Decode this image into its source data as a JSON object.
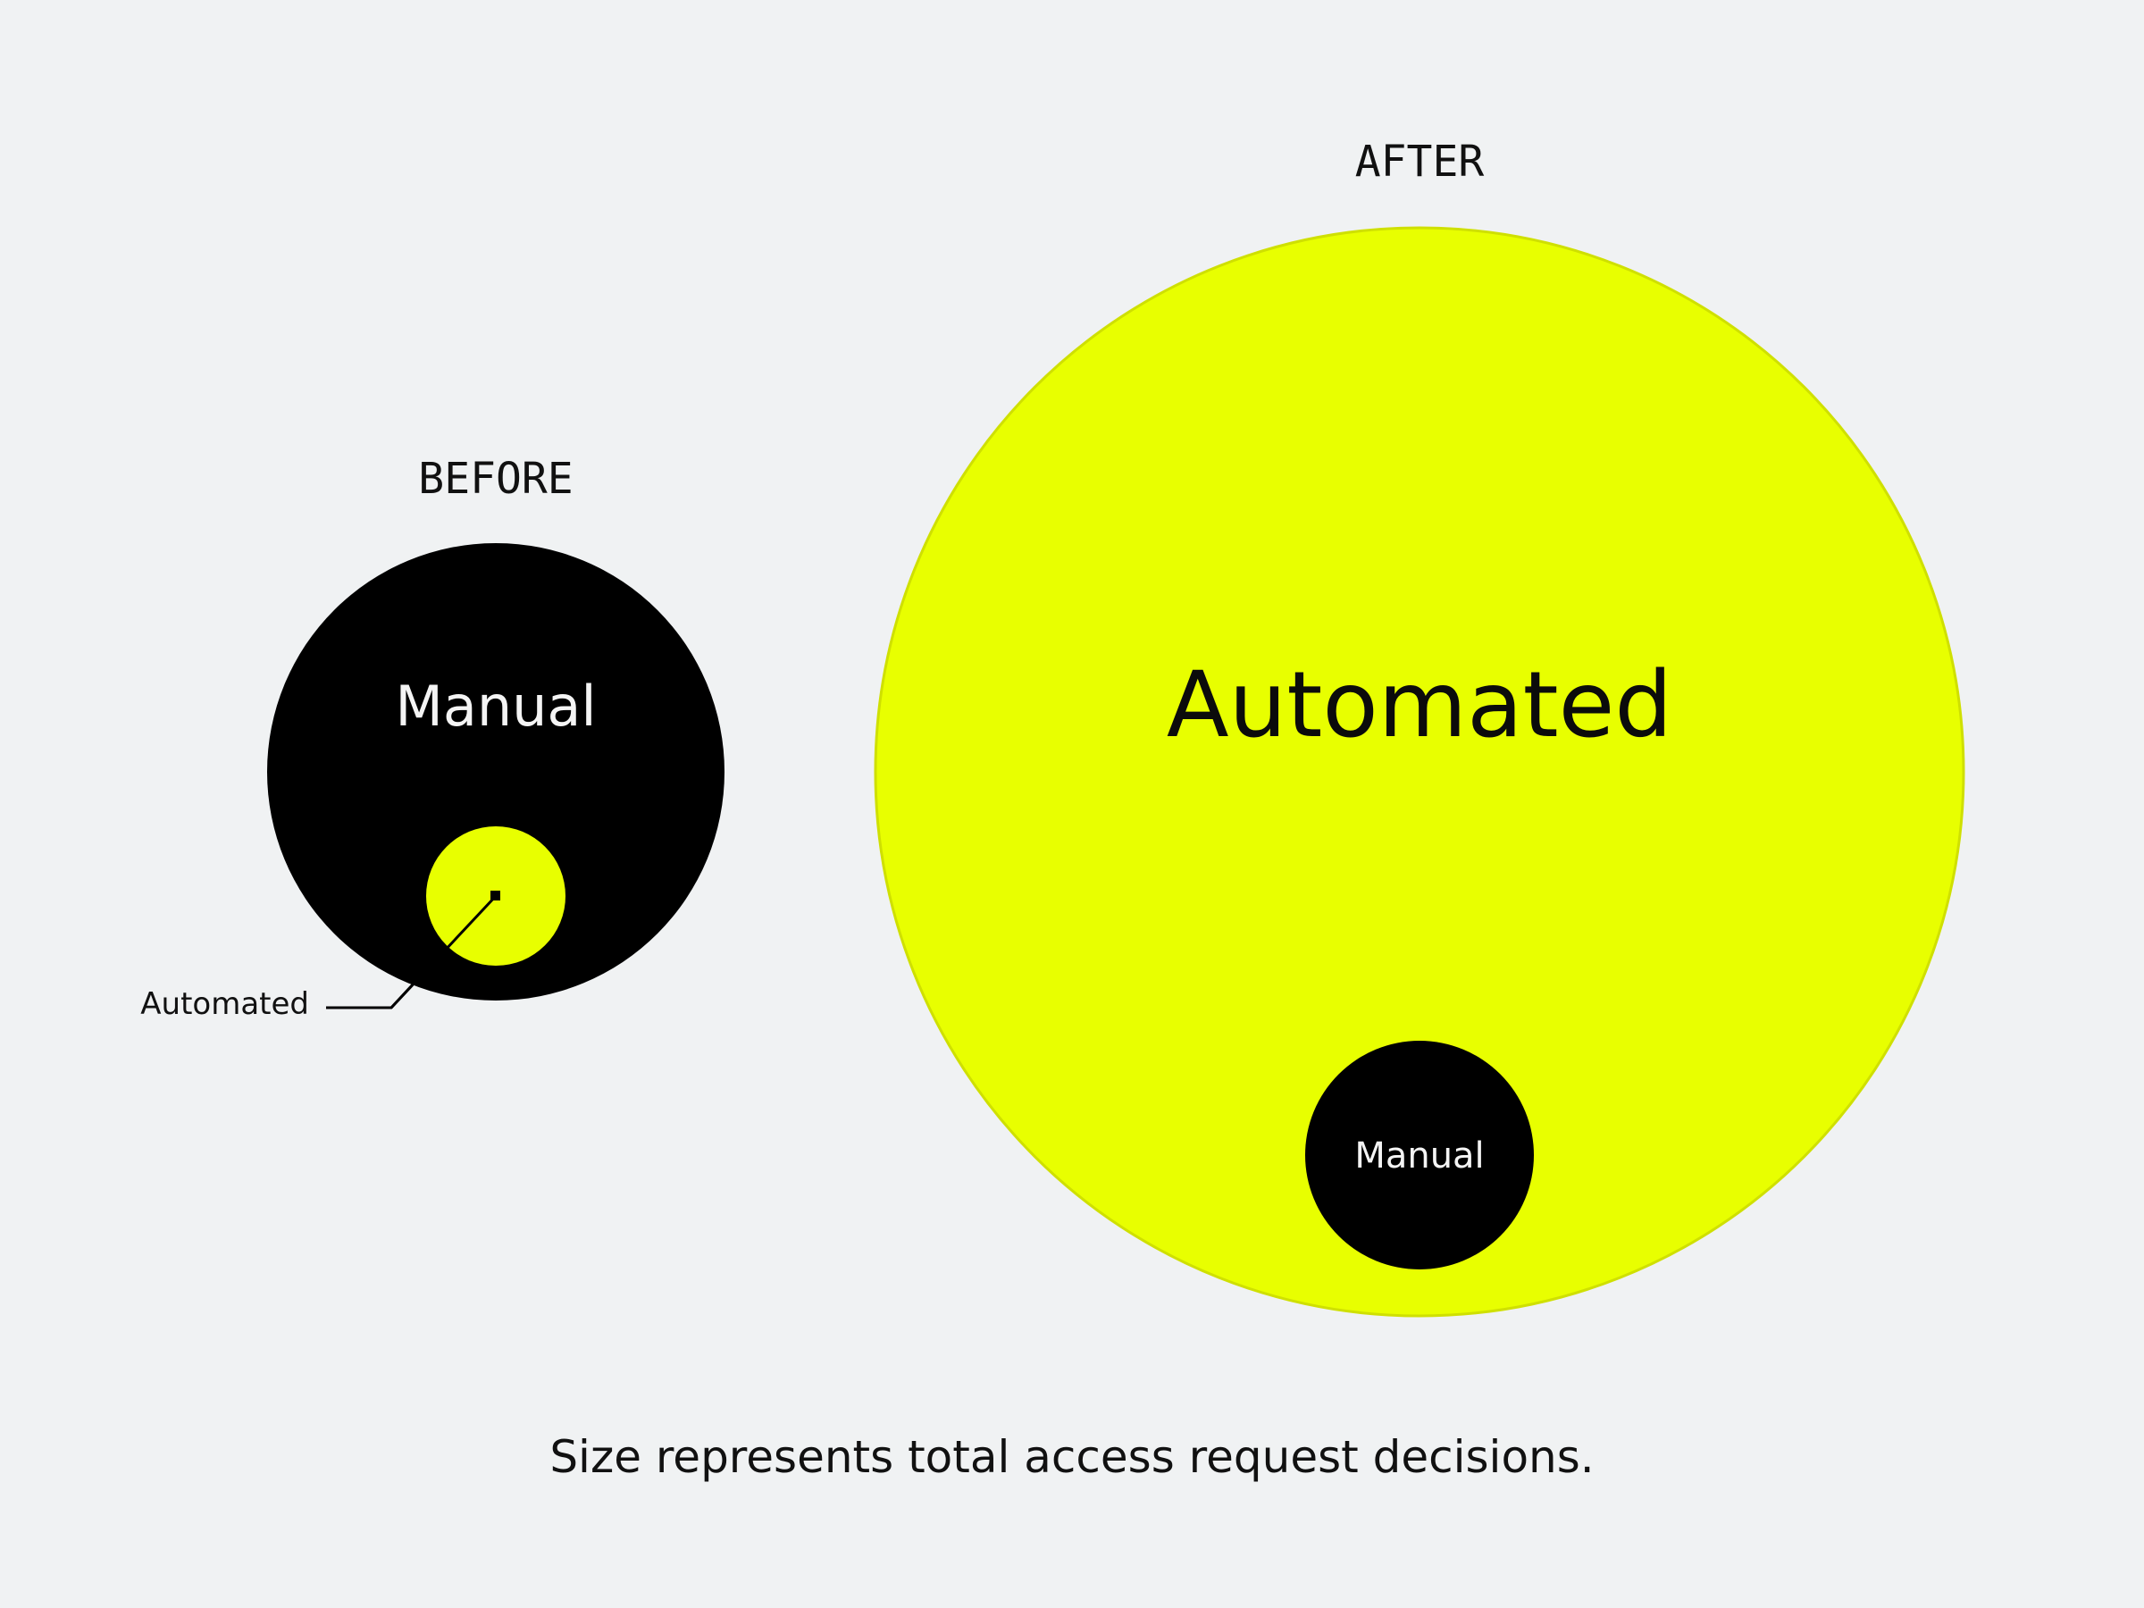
{
  "colors": {
    "background": "#f0f2f3",
    "automated": "#e8ff00",
    "automated_stroke": "#cfe000",
    "manual": "#000000",
    "text_dark": "#111111",
    "text_light": "#f4f4f4"
  },
  "before": {
    "heading": "BEFORE",
    "outer_label": "Manual",
    "inner_label": "Automated"
  },
  "after": {
    "heading": "AFTER",
    "outer_label": "Automated",
    "inner_label": "Manual"
  },
  "caption": "Size represents total access request decisions."
}
